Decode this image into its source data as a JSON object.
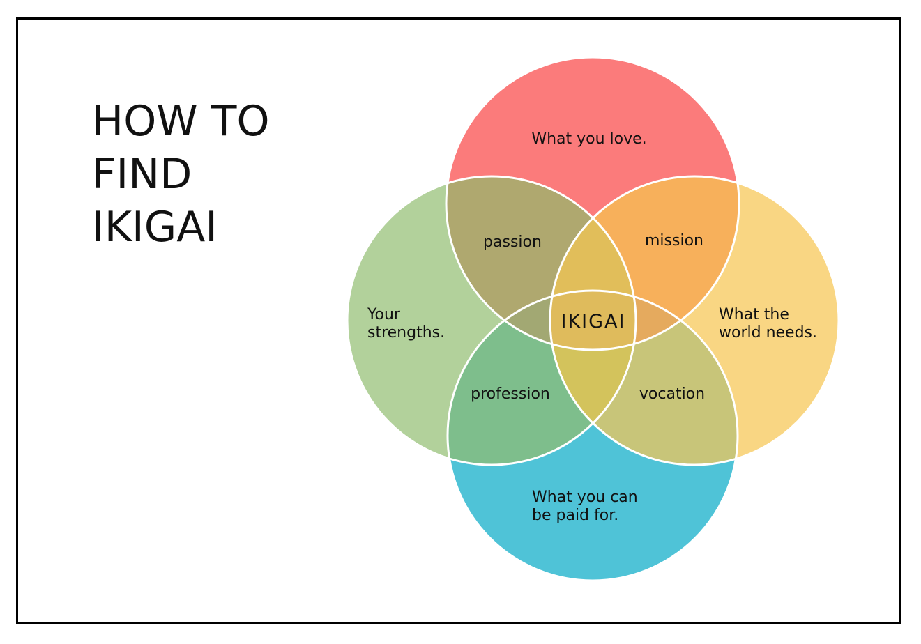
{
  "title_lines": [
    "HOW TO",
    "FIND",
    "IKIGAI"
  ],
  "circles": {
    "love": {
      "label": "What you love.",
      "color": "#FB7B7B"
    },
    "strengths": {
      "label_lines": [
        "Your",
        "strengths."
      ],
      "color": "#B2D19B"
    },
    "world": {
      "label_lines": [
        "What the",
        "world needs."
      ],
      "color": "#F9D683"
    },
    "paid": {
      "label_lines": [
        "What you can",
        "be paid for."
      ],
      "color": "#4FC3D7"
    }
  },
  "overlaps": {
    "passion": {
      "label": "passion",
      "color": "#AFA86F"
    },
    "mission": {
      "label": "mission",
      "color": "#F7B05B"
    },
    "profession": {
      "label": "profession",
      "color": "#7EBE8C"
    },
    "vocation": {
      "label": "vocation",
      "color": "#C8C579"
    },
    "center_top": {
      "color": "#E1BE5A"
    },
    "center_bottom": {
      "color": "#D3C35C"
    },
    "left_wedge": {
      "color": "#A2A873"
    },
    "right_wedge": {
      "color": "#E5AA5E"
    }
  },
  "center": {
    "label": "IKIGAI",
    "color": "#DFBB5C"
  },
  "stroke_color": "#FFFFFF"
}
